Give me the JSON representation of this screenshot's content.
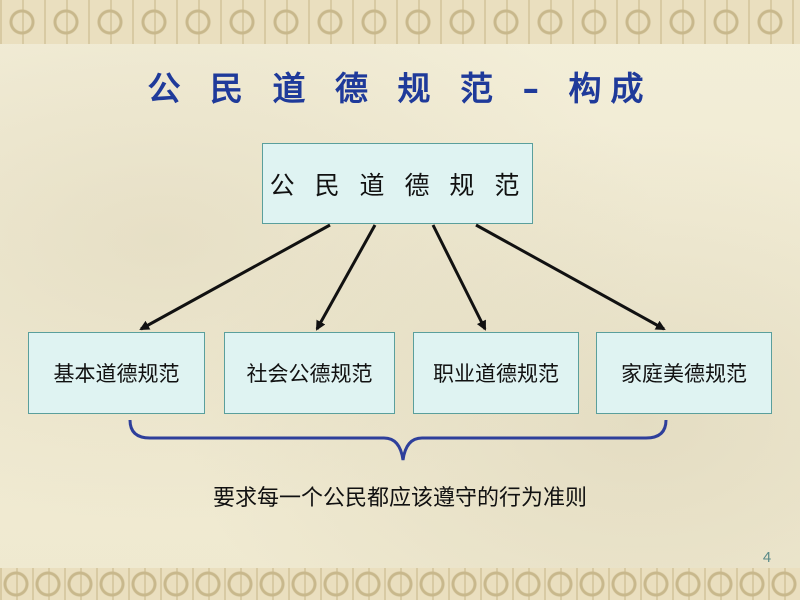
{
  "title": "公 民 道 德 规 范 – 构成",
  "root_label": "公 民 道 德 规 范",
  "categories": [
    {
      "label": "基本道德规范"
    },
    {
      "label": "社会公德规范"
    },
    {
      "label": "职业道德规范"
    },
    {
      "label": "家庭美德规范"
    }
  ],
  "summary": "要求每一个公民都应该遵守的行为准则",
  "page_number": "4",
  "colors": {
    "title": "#1f3a9a",
    "box_fill": "#dff3f2",
    "box_border": "#5a9f9c",
    "brace": "#2e3f9b"
  }
}
